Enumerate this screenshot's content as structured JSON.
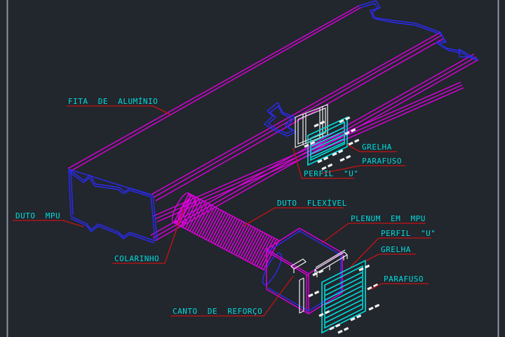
{
  "app": {
    "type": "cad-drawing-viewer",
    "background": "#22262d",
    "frame": "#8e959e"
  },
  "colors": {
    "background": "#22262d",
    "frame": "#8e959e",
    "magenta": "#dd00dd",
    "blue": "#2b2be8",
    "cyan": "#00dcdc",
    "red": "#c41414",
    "white": "#f0f0f0"
  },
  "drawing": {
    "subject": "isometric HVAC duct and plenum detail",
    "labels": {
      "fita_de_aluminio": "FITA  DE  ALUMÍNIO",
      "duto_mpu": "DUTO  MPU",
      "colarinho": "COLARINHO",
      "duto_flexivel": "DUTO  FLEXÍVEL",
      "plenum_em_mpu": "PLENUM  EM  MPU",
      "perfil_u_upper": "PERFIL  \"U\"",
      "grelha_upper": "GRELHA",
      "parafuso_upper": "PARAFUSO",
      "perfil_u_lower": "PERFIL  \"U\"",
      "grelha_lower": "GRELHA",
      "parafuso_lower": "PARAFUSO",
      "canto_de_reforco": "CANTO  DE  REFORÇO"
    }
  }
}
